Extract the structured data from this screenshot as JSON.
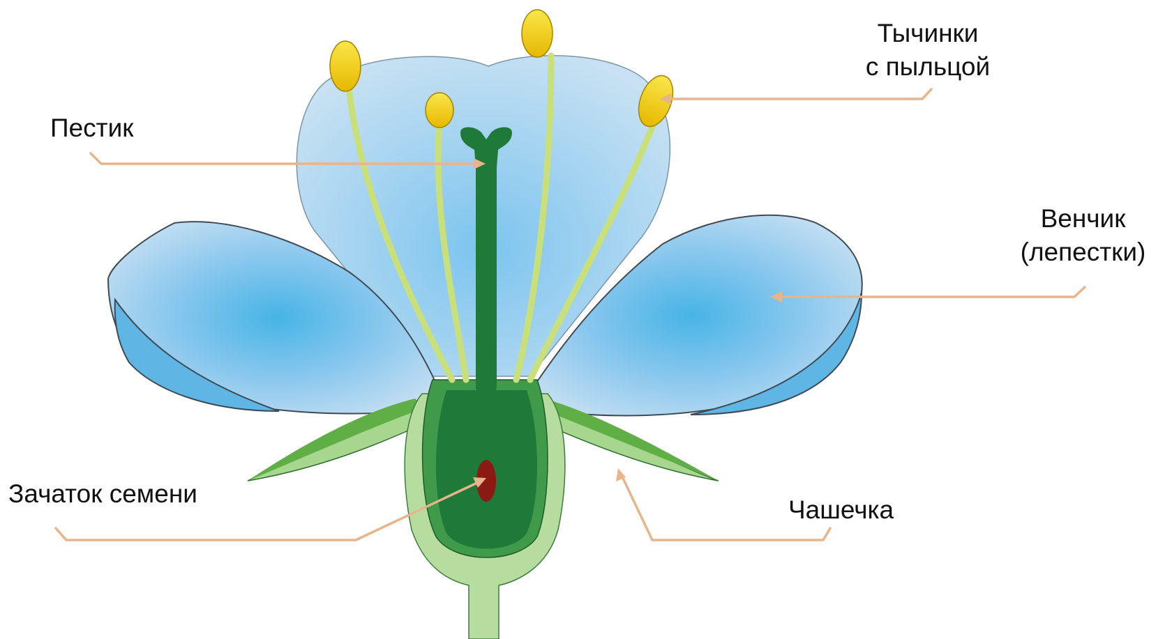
{
  "labels": {
    "stamens_line1": "Тычинки",
    "stamens_line2": "с пыльцой",
    "pistil": "Пестик",
    "corolla_line1": "Венчик",
    "corolla_line2": "(лепестки)",
    "ovule": "Зачаток семени",
    "calyx": "Чашечка"
  },
  "colors": {
    "leader_line": "#e8b48c",
    "petal_fill": "#a9d4f0",
    "petal_center": "#5fb8e8",
    "petal_outline": "#3f4a55",
    "pistil_dark": "#1f7a3a",
    "receptacle_light": "#b6dca0",
    "sepal_green": "#5fae46",
    "anther_yellow": "#f4d21c",
    "ovule_red": "#8b1a12",
    "filament": "#c9e07a"
  },
  "icons": {
    "flower": "flower-cross-section-illustration"
  }
}
